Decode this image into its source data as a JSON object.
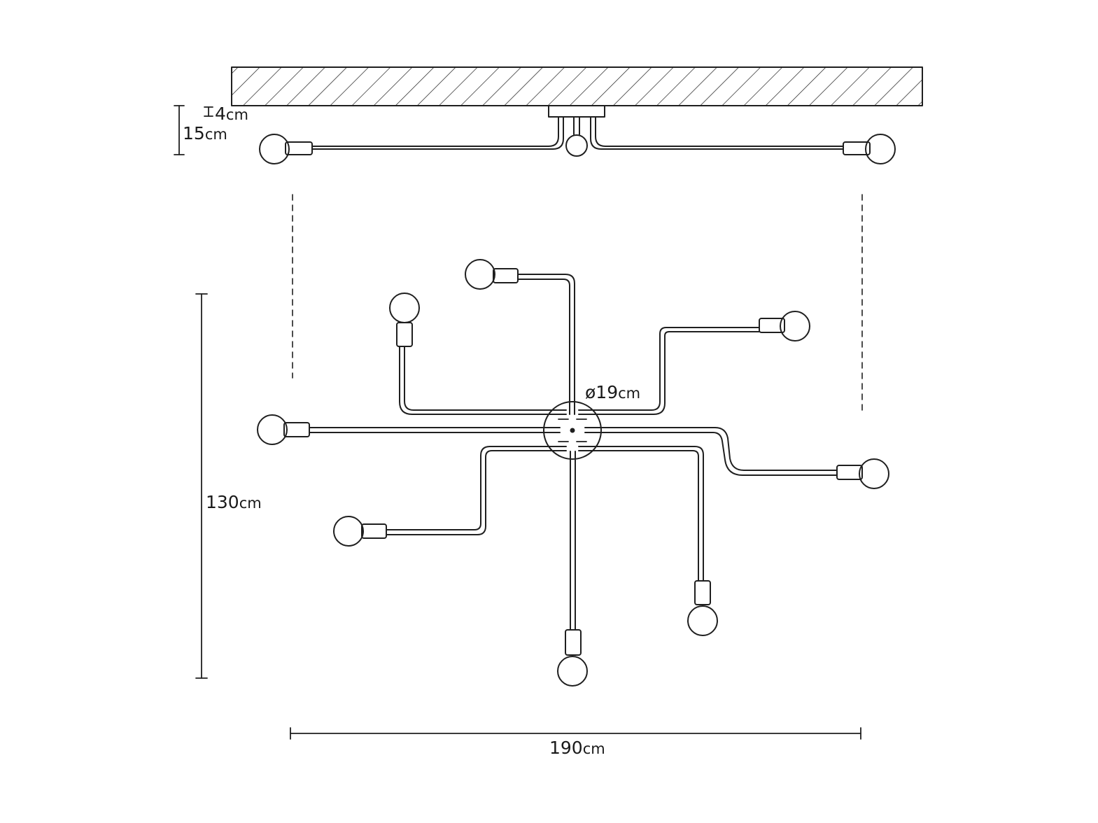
{
  "dimensions": {
    "canopy_depth": {
      "number": "4",
      "unit": "cm"
    },
    "total_depth": {
      "number": "15",
      "unit": "cm"
    },
    "canopy_diameter": {
      "prefix": "ø",
      "number": "19",
      "unit": "cm"
    },
    "total_height": {
      "number": "130",
      "unit": "cm"
    },
    "total_width": {
      "number": "190",
      "unit": "cm"
    }
  },
  "colors": {
    "line": "#1f1f1f",
    "background": "#ffffff"
  }
}
